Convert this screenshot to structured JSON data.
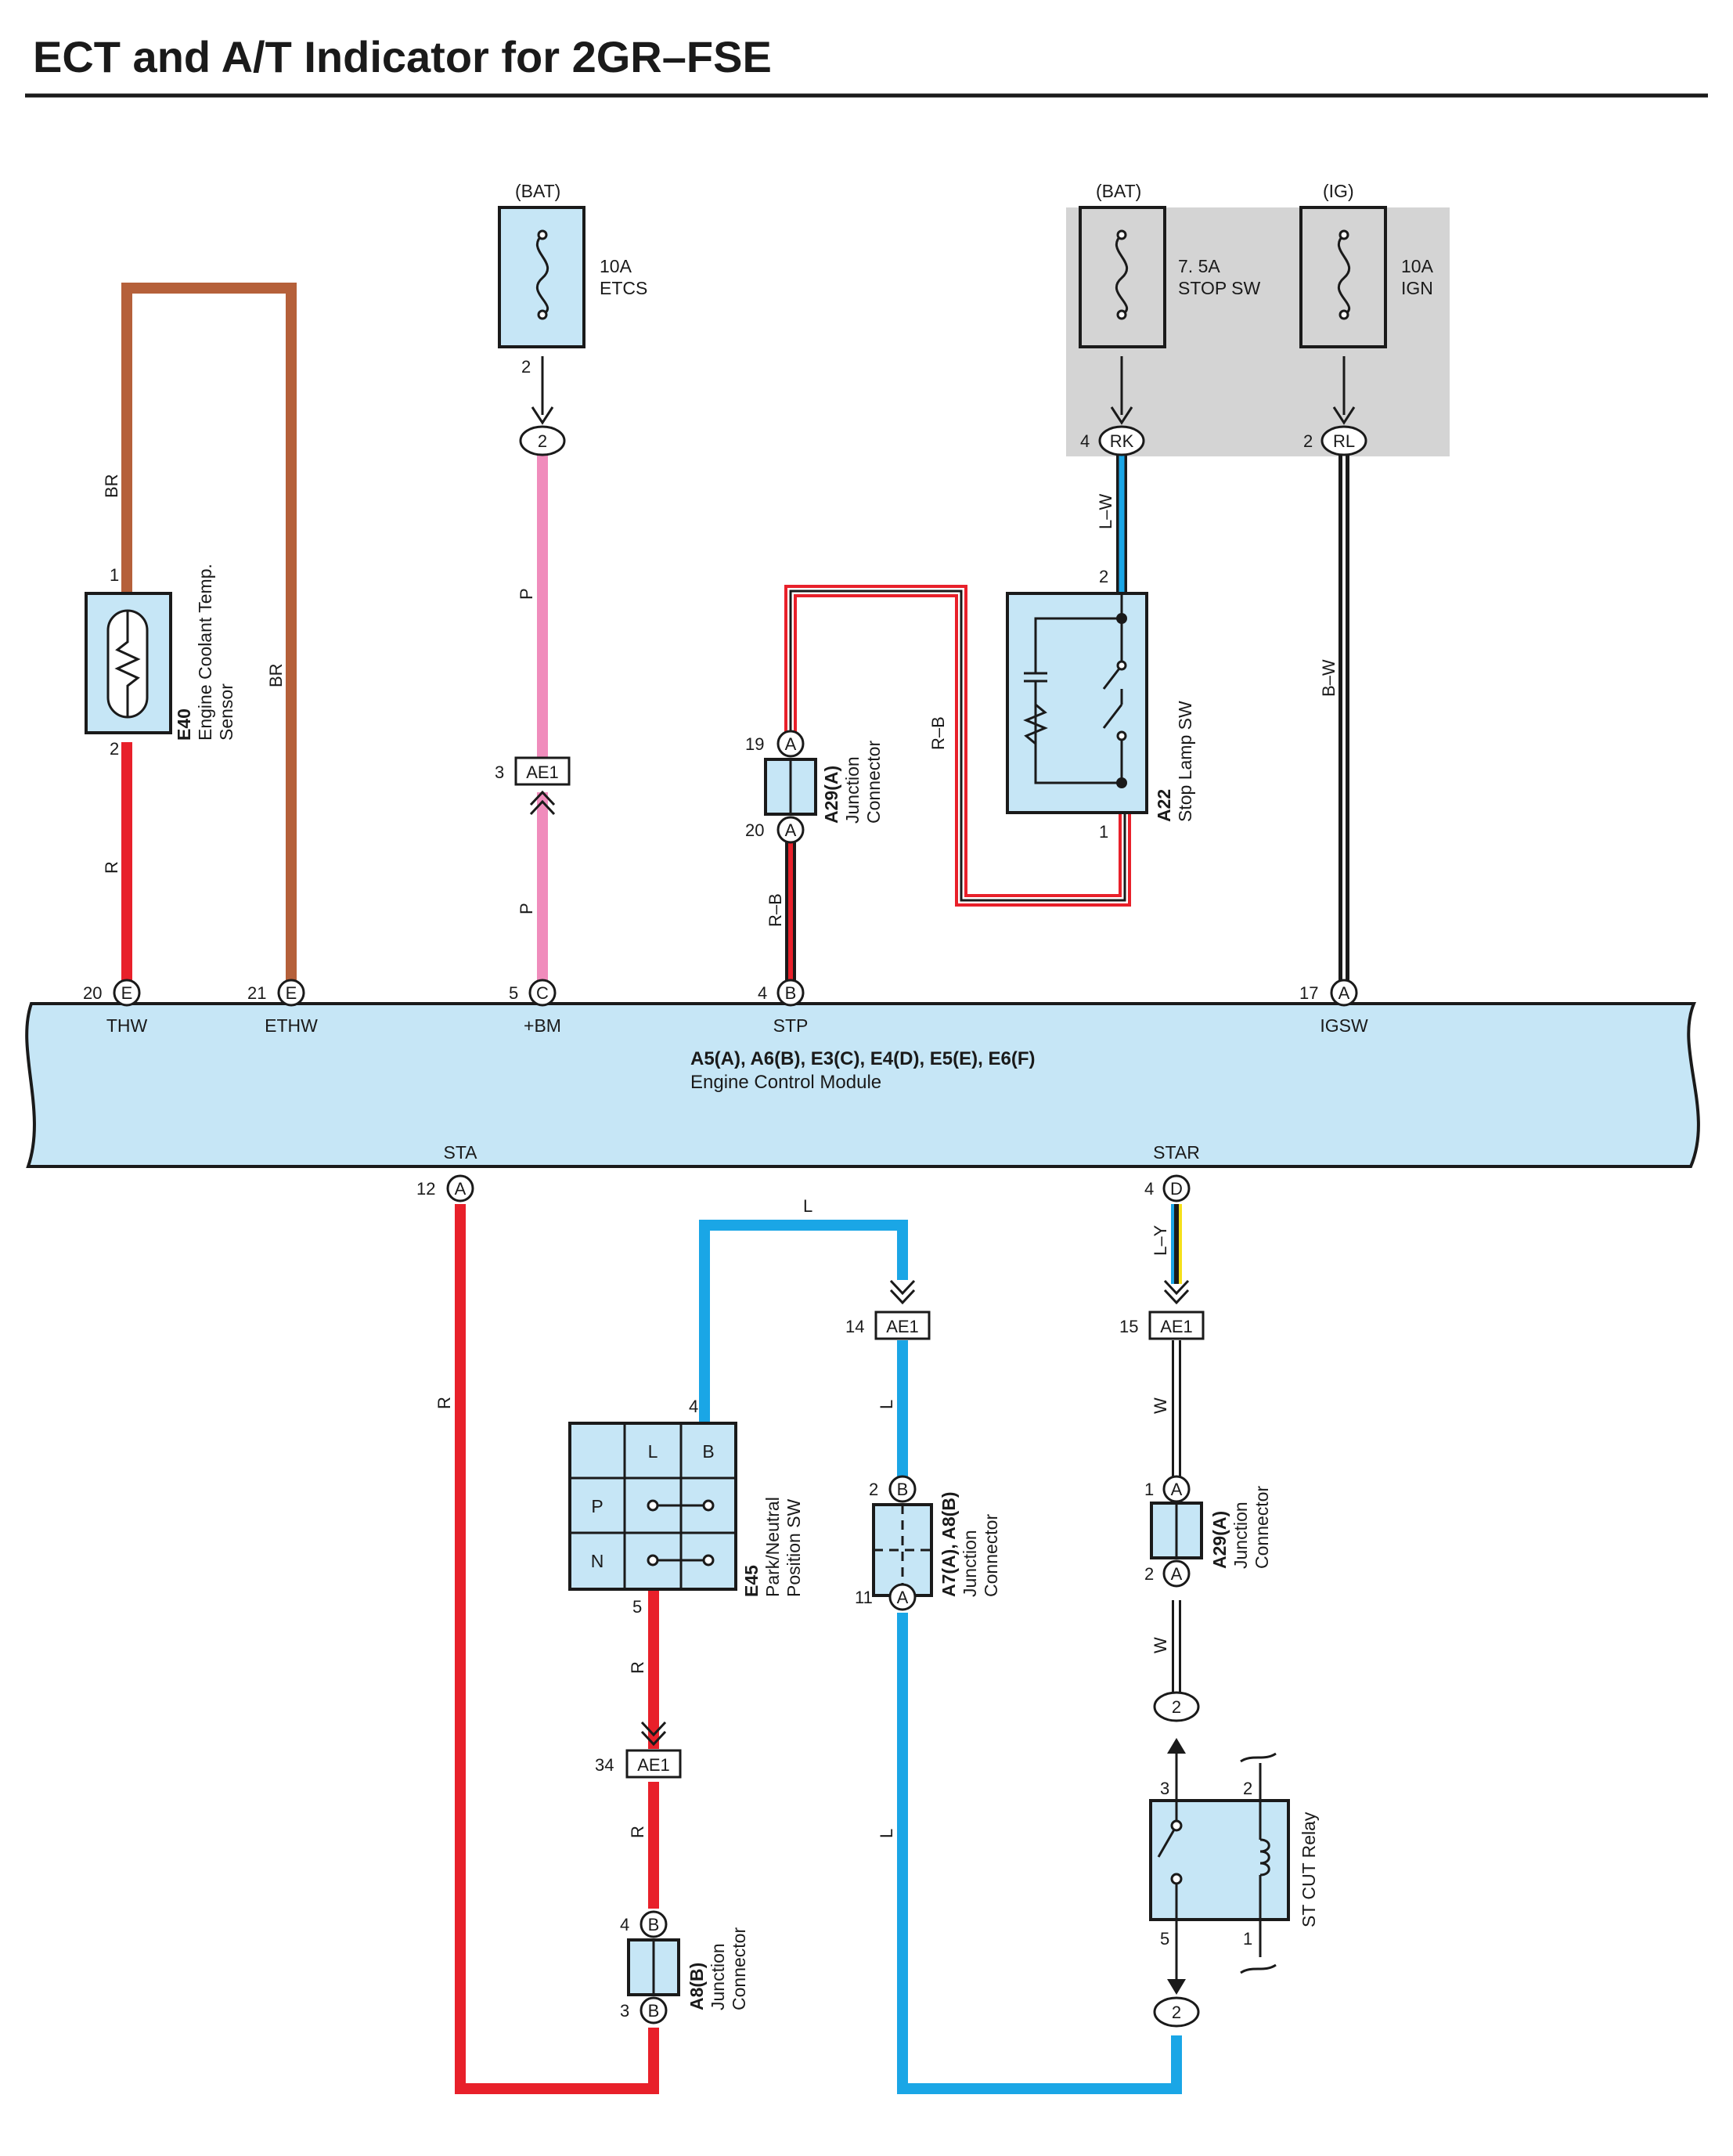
{
  "title": "ECT and A/T Indicator for 2GR–FSE",
  "colors": {
    "BR": "#b5603a",
    "R": "#e8202a",
    "P": "#f08cbc",
    "L": "#1aa6e6",
    "Y": "#f5e01a",
    "W": "#b0b0b0",
    "B": "#1a1a1a",
    "component_fill": "#c6e6f6",
    "shade": "#d4d4d4"
  },
  "fuses": [
    {
      "source": "(BAT)",
      "rating": "10A",
      "name": "ETCS",
      "pin": "2",
      "connector": "2"
    },
    {
      "source": "(BAT)",
      "rating": "7. 5A",
      "name": "STOP SW",
      "pin": "4",
      "connector": "RK"
    },
    {
      "source": "(IG)",
      "rating": "10A",
      "name": "IGN",
      "pin": "2",
      "connector": "RL"
    }
  ],
  "components": {
    "e40": {
      "id": "E40",
      "name1": "Engine Coolant Temp.",
      "name2": "Sensor",
      "pin1": "1",
      "pin2": "2"
    },
    "a22": {
      "id": "A22",
      "name": "Stop Lamp SW",
      "pin1": "2",
      "pin2": "1"
    },
    "a29_top": {
      "id": "A29(A)",
      "name1": "Junction",
      "name2": "Connector",
      "pin_top": "19",
      "pin_bot": "20",
      "conn": "A"
    },
    "a29_bot": {
      "id": "A29(A)",
      "name1": "Junction",
      "name2": "Connector",
      "pin_top": "1",
      "pin_bot": "2",
      "conn": "A"
    },
    "e45": {
      "id": "E45",
      "name1": "Park/Neutral",
      "name2": "Position SW",
      "col_l": "L",
      "col_b": "B",
      "row_p": "P",
      "row_n": "N",
      "pin_top": "4",
      "pin_bot": "5"
    },
    "a7": {
      "id": "A7(A), A8(B)",
      "name1": "Junction",
      "name2": "Connector",
      "pin_top": "2",
      "conn_top": "B",
      "pin_bot": "11",
      "conn_bot": "A"
    },
    "a8": {
      "id": "A8(B)",
      "name1": "Junction",
      "name2": "Connector",
      "pin_top": "4",
      "pin_bot": "3",
      "conn": "B"
    },
    "relay": {
      "name": "ST CUT Relay",
      "pin3": "3",
      "pin2": "2",
      "pin5": "5",
      "pin1": "1"
    }
  },
  "ae1": [
    {
      "pin": "3",
      "label": "AE1"
    },
    {
      "pin": "14",
      "label": "AE1"
    },
    {
      "pin": "15",
      "label": "AE1"
    },
    {
      "pin": "34",
      "label": "AE1"
    }
  ],
  "ecm": {
    "line1": "A5(A), A6(B), E3(C), E4(D), E5(E), E6(F)",
    "line2": "Engine Control Module",
    "top_terminals": [
      {
        "pin": "20",
        "conn": "E",
        "name": "THW"
      },
      {
        "pin": "21",
        "conn": "E",
        "name": "ETHW"
      },
      {
        "pin": "5",
        "conn": "C",
        "name": "+BM"
      },
      {
        "pin": "4",
        "conn": "B",
        "name": "STP"
      },
      {
        "pin": "17",
        "conn": "A",
        "name": "IGSW"
      }
    ],
    "bottom_terminals": [
      {
        "pin": "12",
        "conn": "A",
        "name": "STA"
      },
      {
        "pin": "4",
        "conn": "D",
        "name": "STAR"
      }
    ]
  },
  "wire_labels": {
    "br_left": "BR",
    "br_right": "BR",
    "r_e40": "R",
    "p_top": "P",
    "p_bot": "P",
    "rb_left": "R–B",
    "rb_right": "R–B",
    "lw": "L–W",
    "bw": "B–W",
    "r_sta": "R",
    "l_top": "L",
    "l_mid": "L",
    "l_bot": "L",
    "r_e45_1": "R",
    "r_e45_2": "R",
    "ly": "L–Y",
    "w1": "W",
    "w2": "W"
  },
  "relay_conn": {
    "top": "2",
    "bottom": "2"
  }
}
